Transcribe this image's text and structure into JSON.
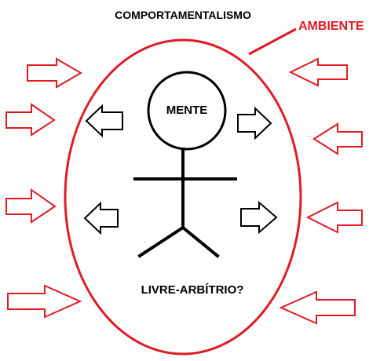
{
  "diagram": {
    "title": "COMPORTAMENTALISMO",
    "environment_label": "AMBIENTE",
    "mind_label": "MENTE",
    "question_label": "LIVRE-ARBÍTRIO?"
  },
  "colors": {
    "environment": "#e01b24",
    "figure": "#000000",
    "background": "#ffffff"
  },
  "icons": {
    "outer_arrows_in": "red-hollow-arrow-icon",
    "inner_arrows_out": "black-hollow-arrow-icon",
    "figure": "stick-figure-icon"
  }
}
